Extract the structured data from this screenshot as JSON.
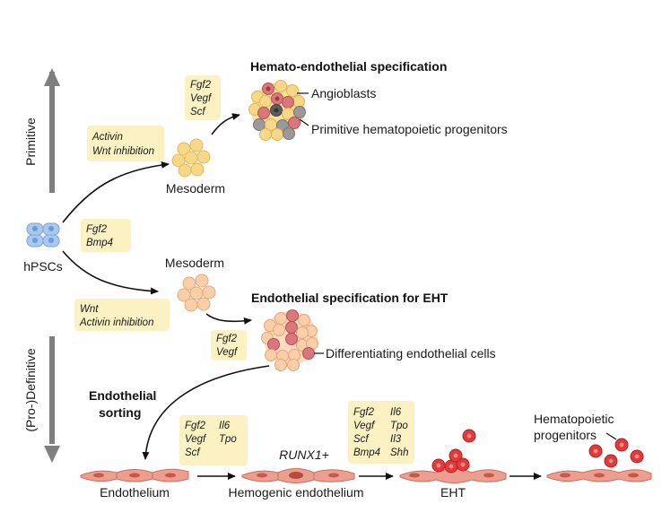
{
  "colors": {
    "factor_box": "#fbf1c2",
    "mesoderm_yellow": "#f7d889",
    "mesoderm_peach": "#f8cfa9",
    "hpsc_blue": "#a8c8ef",
    "angioblast_pink": "#d9777c",
    "progenitor_grey": "#9a9a9a",
    "blood_red": "#e03a3a",
    "endothelium": "#ec9f90",
    "arrow_grey": "#7f7f7f"
  },
  "axis": {
    "top_label": "Primitive",
    "bottom_label": "(Pro-)Definitive"
  },
  "factor_boxes": {
    "fgf2_bmp4": [
      "Fgf2",
      "Bmp4"
    ],
    "activin_wnt_inhibition": [
      "Activin",
      "Wnt  inhibition"
    ],
    "fgf2_vegf_scf": [
      "Fgf2",
      "Vegf",
      "Scf"
    ],
    "wnt_activin_inhibition": [
      "Wnt",
      "Activin  inhibition"
    ],
    "fgf2_vegf": [
      "Fgf2",
      "Vegf"
    ],
    "he_factors": {
      "col1": [
        "Fgf2",
        "Vegf",
        "Scf"
      ],
      "col2": [
        "Il6",
        "Tpo"
      ]
    },
    "eht_factors": {
      "col1": [
        "Fgf2",
        "Vegf",
        "Scf",
        "Bmp4"
      ],
      "col2": [
        "Il6",
        "Tpo",
        "Il3",
        "Shh"
      ]
    }
  },
  "labels": {
    "hpscs": "hPSCs",
    "mesoderm_primitive": "Mesoderm",
    "mesoderm_definitive": "Mesoderm",
    "hemato_endothelial_title": "Hemato-endothelial specification",
    "angioblasts": "Angioblasts",
    "primitive_progenitors": "Primitive hematopoietic progenitors",
    "endothelial_eht_title": "Endothelial specification for EHT",
    "differentiating_endothelial": "Differentiating endothelial cells",
    "endothelial_sorting_1": "Endothelial",
    "endothelial_sorting_2": "sorting",
    "runx1": "RUNX1+",
    "endothelium": "Endothelium",
    "hemogenic_endothelium": "Hemogenic endothelium",
    "eht": "EHT",
    "hematopoietic_progenitors_1": "Hematopoietic",
    "hematopoietic_progenitors_2": "progenitors"
  },
  "icons": [
    "hpsc-cluster-icon",
    "mesoderm-cluster-icon",
    "embryoid-body-icon",
    "endothelium-sheet-icon",
    "blood-cell-icon"
  ]
}
